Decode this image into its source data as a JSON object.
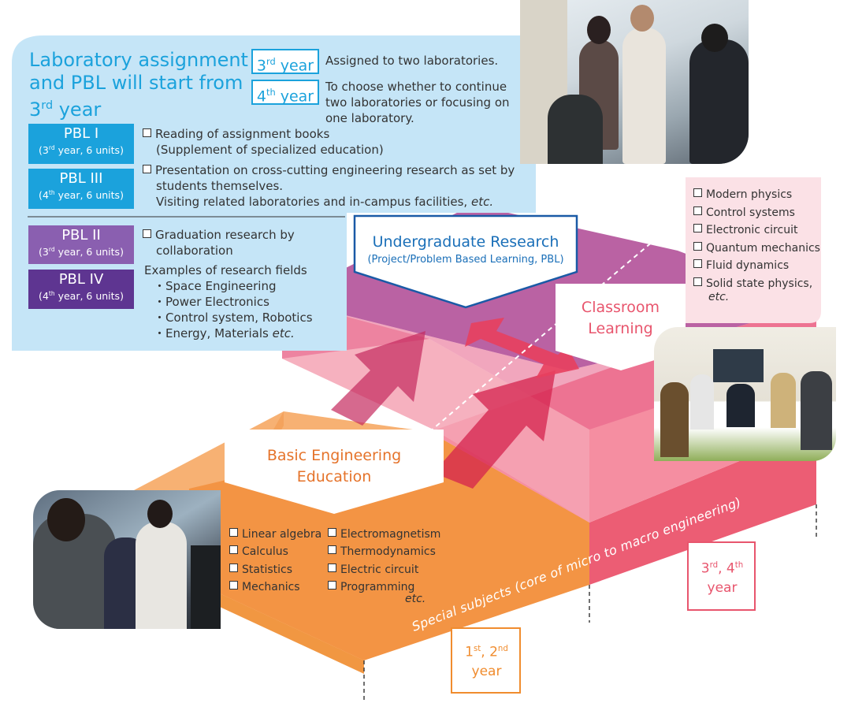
{
  "headline": {
    "line1": "Laboratory assignment",
    "line2": "and PBL will start from",
    "line3_num": "3",
    "line3_sup": "rd",
    "line3_rest": " year"
  },
  "years": [
    {
      "num": "3",
      "sup": "rd",
      "label": " year",
      "desc": [
        "Assigned to two laboratories."
      ]
    },
    {
      "num": "4",
      "sup": "th",
      "label": " year",
      "desc": [
        "To choose whether to continue",
        "two laboratories or focusing on",
        "one laboratory."
      ]
    }
  ],
  "pbl": {
    "pbl1": {
      "name": "PBL  I",
      "num": "3",
      "sup": "rd",
      "rest": " year, 6 units"
    },
    "pbl3": {
      "name": "PBL  III",
      "num": "4",
      "sup": "th",
      "rest": " year, 6 units"
    },
    "pbl2": {
      "name": "PBL  II",
      "num": "3",
      "sup": "rd",
      "rest": " year, 6 units"
    },
    "pbl4": {
      "name": "PBL  IV",
      "num": "4",
      "sup": "th",
      "rest": " year, 6 units"
    },
    "reading": [
      "Reading of assignment books",
      "(Supplement of specialized education)"
    ],
    "presentation": [
      "Presentation on cross-cutting engineering research as set by",
      "students themselves."
    ],
    "visiting_main": "Visiting related laboratories and in-campus facilities, ",
    "visiting_etc": "etc.",
    "graduation": [
      "Graduation research by",
      "collaboration"
    ],
    "examples_title": "Examples of research fields",
    "examples": [
      "Space Engineering",
      "Power Electronics",
      "Control system, Robotics"
    ],
    "examples_last": "Energy, Materials ",
    "examples_last_etc": "etc."
  },
  "research": {
    "title": "Undergraduate Research",
    "subtitle": "(Project/Problem Based Learning, PBL)"
  },
  "classroom": {
    "line1": "Classroom",
    "line2": "Learning",
    "subjects": [
      "Modern physics",
      "Control systems",
      "Electronic circuit",
      "Quantum mechanics",
      "Fluid dynamics",
      "Solid state physics,"
    ],
    "etc": "etc."
  },
  "basic": {
    "line1": "Basic Engineering",
    "line2": "Education",
    "col1": [
      "Linear algebra",
      "Calculus",
      "Statistics",
      "Mechanics"
    ],
    "col2": [
      "Electromagnetism",
      "Thermodynamics",
      "Electric circuit",
      "Programming"
    ],
    "etc": "etc."
  },
  "special": "Special subjects (core of micro to macro engineering)",
  "year12": {
    "n1": "1",
    "s1": "st",
    "sep": ", ",
    "n2": "2",
    "s2": "nd",
    "word": "year"
  },
  "year34": {
    "n1": "3",
    "s1": "rd",
    "sep": ", ",
    "n2": "4",
    "s2": "th",
    "word": "year"
  },
  "colors": {
    "blue": "#1ba2dc",
    "light_blue": "#c5e5f7",
    "orange": "#f08c2e",
    "pink": "#e8556d",
    "purple": "#8a4aa0",
    "dark_purple": "#5e3591",
    "navy": "#1a5aa6"
  }
}
